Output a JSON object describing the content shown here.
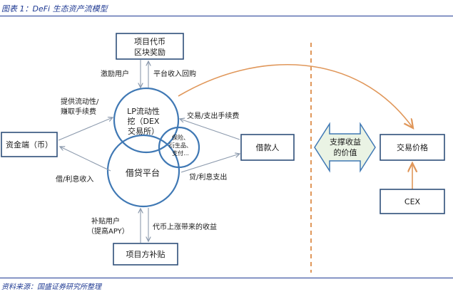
{
  "caption": "图表 1：DeFi 生态资产流模型",
  "source": "资料来源：国盛证券研究所整理",
  "nodes": {
    "project_token": [
      "项目代币",
      "区块奖励"
    ],
    "lp_dex": [
      "LP流动性",
      "挖（DEX",
      "交易所）"
    ],
    "lending": "借贷平台",
    "insurance": [
      "保险、",
      "衍生品、",
      "支付..."
    ],
    "capital": "资金端（币）",
    "borrower": "借款人",
    "subsidy": "项目方补贴",
    "value_support": [
      "支撑收益",
      "的价值"
    ],
    "trade_price": "交易价格",
    "cex": "CEX"
  },
  "edges": {
    "incentive_users": "激励用户",
    "platform_buyback": "平台收入回购",
    "provide_liquidity": [
      "提供流动性/",
      "赚取手续费"
    ],
    "trade_pay_fee": "交易/支出手续费",
    "borrow_interest_income": "借/利息收入",
    "loan_interest_pay": "贷/利息支出",
    "subsidize_users": [
      "补贴用户",
      "（提高APY）"
    ],
    "token_appreciation": "代币上涨带来的收益"
  }
}
